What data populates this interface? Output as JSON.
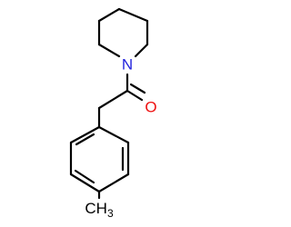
{
  "molecule": {
    "atoms": {
      "nitrogen": {
        "symbol": "N",
        "color": "#2222dd"
      },
      "oxygen": {
        "symbol": "O",
        "color": "#ee1111"
      },
      "methyl": {
        "symbol": "CH",
        "subscript": "3",
        "color": "#000000"
      }
    },
    "bond_color": "#000000"
  }
}
